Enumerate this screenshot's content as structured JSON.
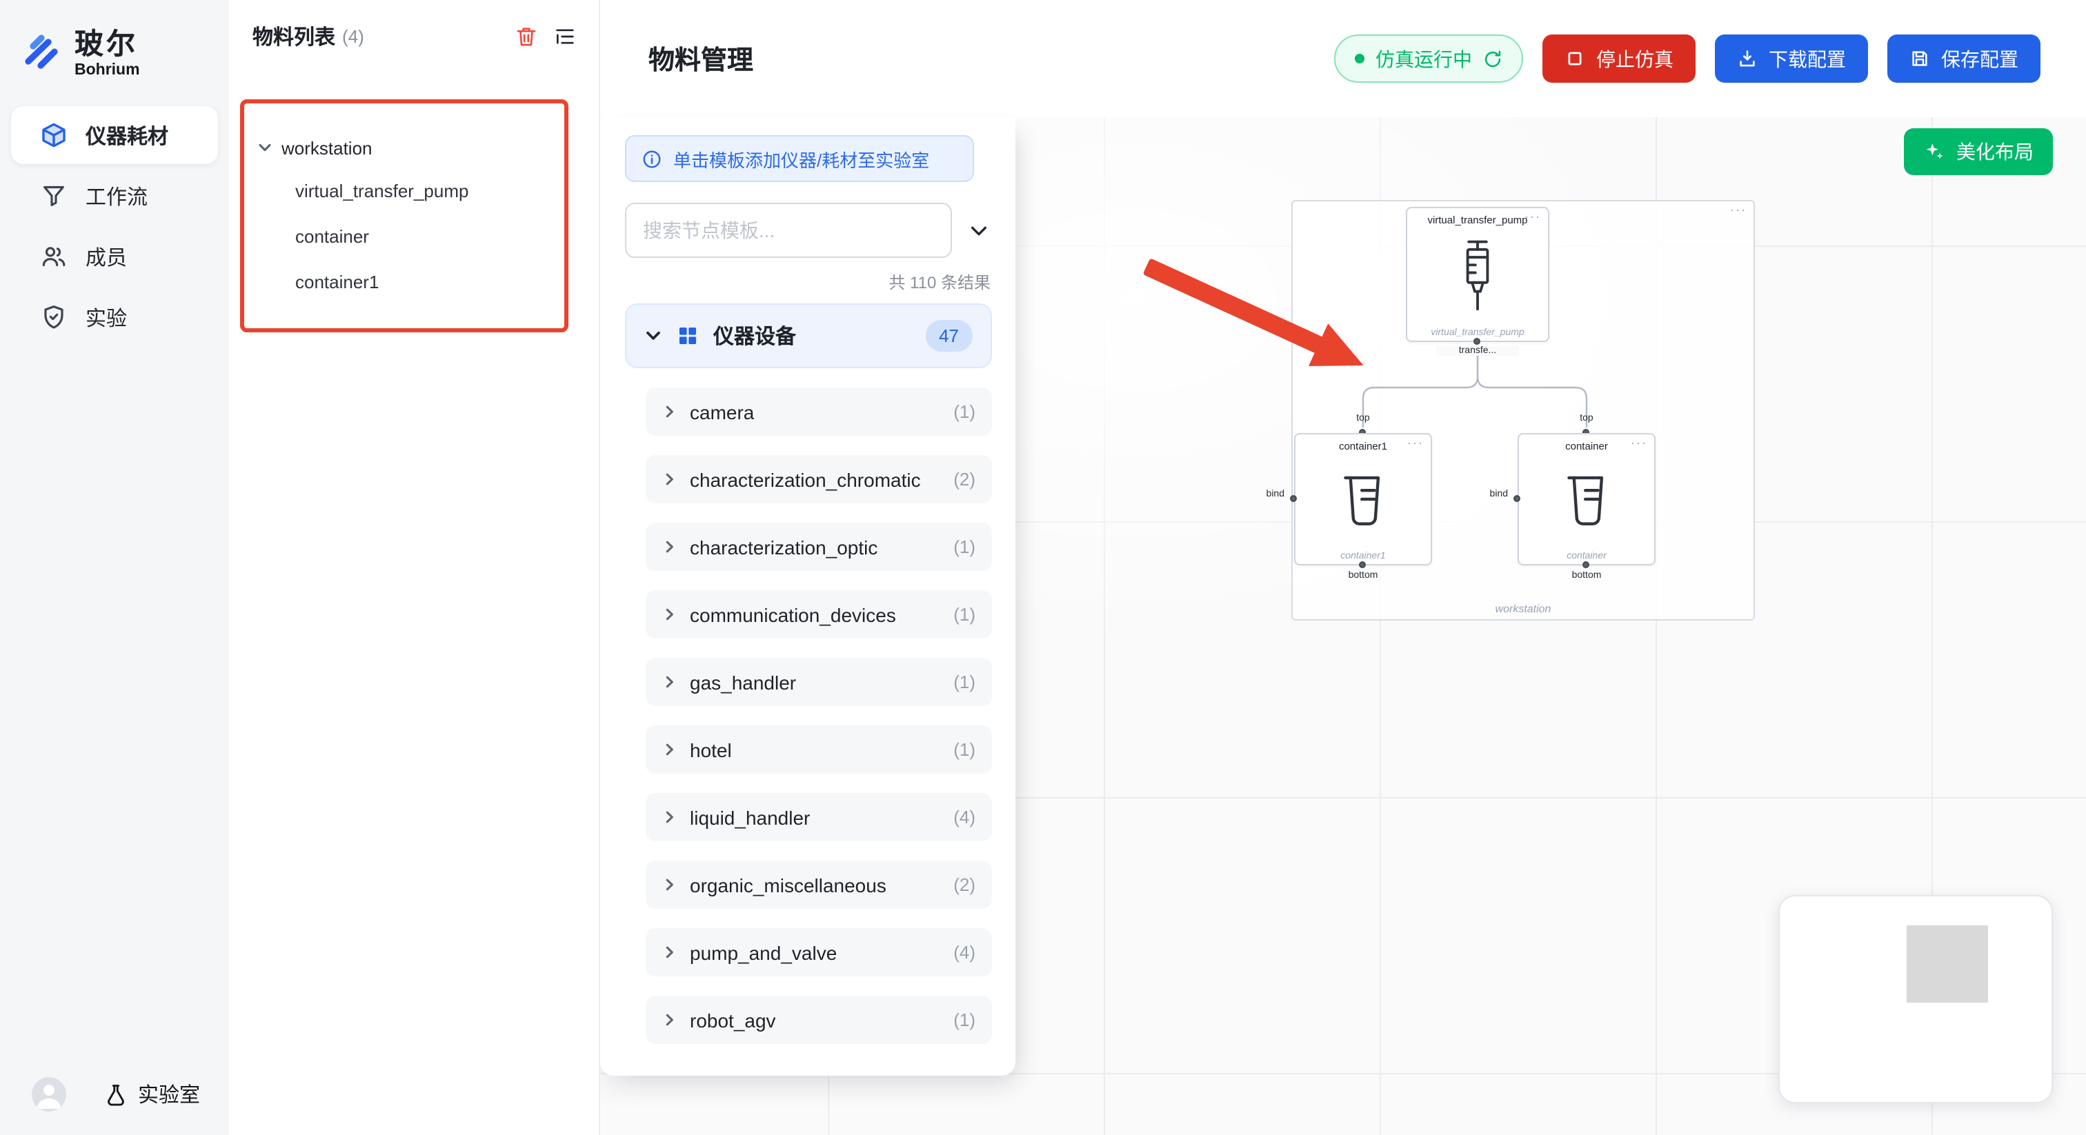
{
  "app": {
    "logo_cn": "玻尔",
    "logo_en": "Bohrium"
  },
  "sidebar": {
    "items": [
      {
        "label": "仪器耗材"
      },
      {
        "label": "工作流"
      },
      {
        "label": "成员"
      },
      {
        "label": "实验"
      }
    ],
    "footer_label": "实验室"
  },
  "material_panel": {
    "title": "物料列表",
    "count": "(4)",
    "root": "workstation",
    "children": [
      "virtual_transfer_pump",
      "container",
      "container1"
    ]
  },
  "header": {
    "title": "物料管理",
    "status": "仿真运行中",
    "stop": "停止仿真",
    "download": "下载配置",
    "save": "保存配置"
  },
  "template_panel": {
    "banner": "单击模板添加仪器/耗材至实验室",
    "search_placeholder": "搜索节点模板...",
    "results": "共 110 条结果",
    "section_label": "仪器设备",
    "section_badge": "47",
    "items": [
      {
        "label": "camera",
        "count": "(1)"
      },
      {
        "label": "characterization_chromatic",
        "count": "(2)"
      },
      {
        "label": "characterization_optic",
        "count": "(1)"
      },
      {
        "label": "communication_devices",
        "count": "(1)"
      },
      {
        "label": "gas_handler",
        "count": "(1)"
      },
      {
        "label": "hotel",
        "count": "(1)"
      },
      {
        "label": "liquid_handler",
        "count": "(4)"
      },
      {
        "label": "organic_miscellaneous",
        "count": "(2)"
      },
      {
        "label": "pump_and_valve",
        "count": "(4)"
      },
      {
        "label": "robot_agv",
        "count": "(1)"
      }
    ]
  },
  "canvas": {
    "beautify": "美化布局",
    "group_label": "workstation",
    "pump": {
      "title": "virtual_transfer_pump",
      "sub": "virtual_transfer_pump",
      "port": "transfe..."
    },
    "left": {
      "title": "container1",
      "sub": "container1"
    },
    "right": {
      "title": "container",
      "sub": "container"
    },
    "labels": {
      "top": "top",
      "bottom": "bottom",
      "bind": "bind"
    }
  },
  "icons": {
    "more": "···"
  },
  "colors": {
    "accent_blue": "#2262e6",
    "danger_red": "#d92c20",
    "success_green": "#00b96b",
    "annotation_red": "#e8432d"
  }
}
